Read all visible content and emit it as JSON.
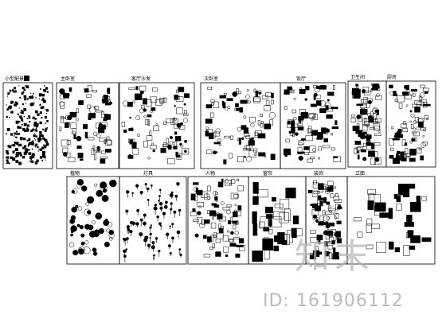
{
  "sheet": {
    "top_row": [
      {
        "label": "小型配景"
      },
      {
        "label": "主卧室"
      },
      {
        "label": "客厅沙发"
      },
      {
        "label": "次卧室"
      },
      {
        "label": "饭厅"
      },
      {
        "label": "卫生间"
      },
      {
        "label": "厨房"
      }
    ],
    "bottom_row": [
      {
        "label": "植物"
      },
      {
        "label": "灯具"
      },
      {
        "label": "人物"
      },
      {
        "label": "窗帘"
      },
      {
        "label": "装饰"
      },
      {
        "label": "立面"
      }
    ]
  },
  "watermark": {
    "logo_text": "知末",
    "id_text": "ID: 161906112"
  }
}
